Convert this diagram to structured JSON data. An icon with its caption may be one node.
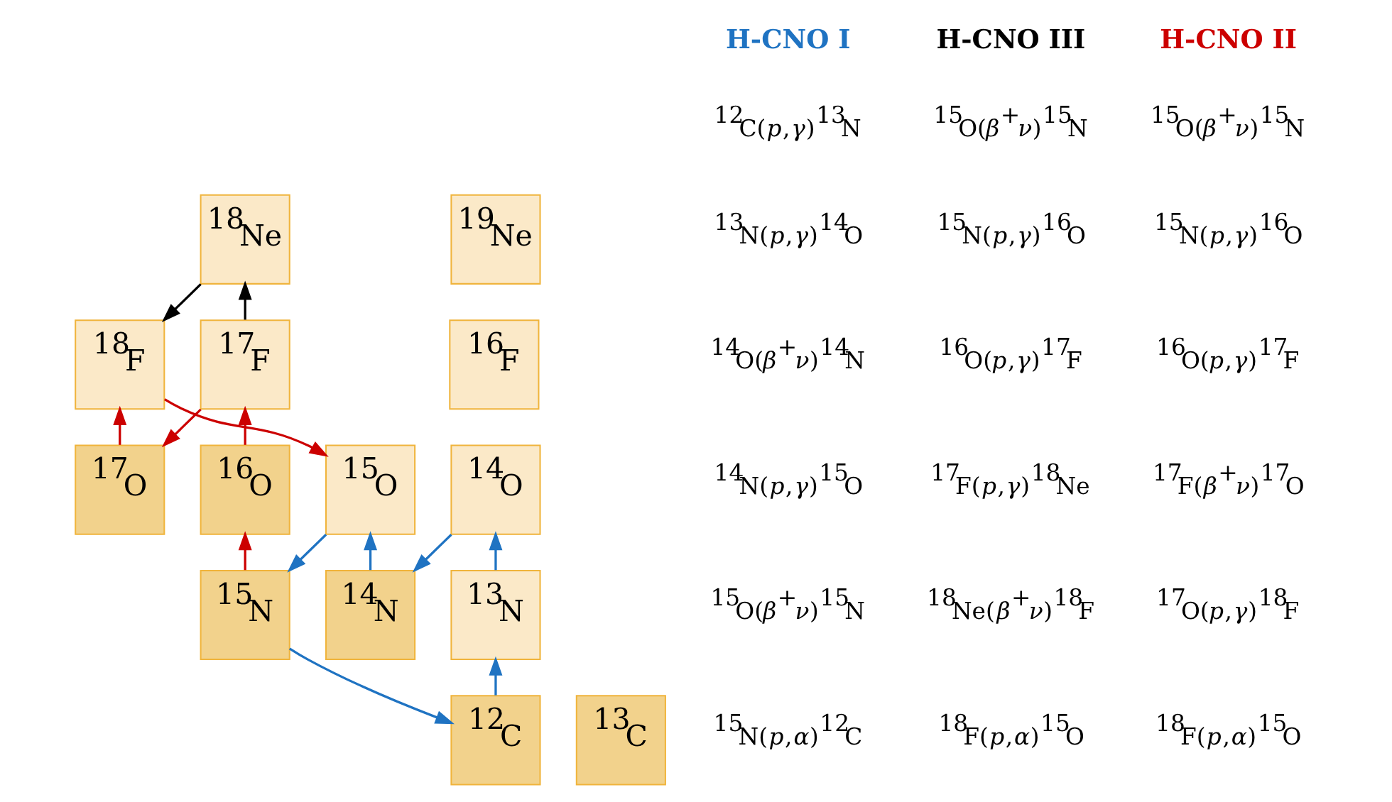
{
  "diagram": {
    "nodes": [
      {
        "text": [
          "$^{18}$Ne"
        ]
      },
      {
        "text": [
          "$^{19}$Ne"
        ]
      },
      {
        "text": [
          "$^{16}$F"
        ]
      },
      {
        "text": [
          "$^{17}$F"
        ]
      },
      {
        "text": [
          "$^{18}$F"
        ]
      },
      {
        "text": [
          "$^{14}$O"
        ]
      },
      {
        "text": [
          "$^{15}$O"
        ]
      },
      {
        "text": [
          "$^{16}$O"
        ]
      },
      {
        "text": [
          "$^{17}$O"
        ]
      },
      {
        "text": [
          "$^{13}$N"
        ]
      },
      {
        "text": [
          "$^{14}$N"
        ]
      },
      {
        "text": [
          "$^{15}$N"
        ]
      },
      {
        "text": [
          "$^{12}$C"
        ]
      },
      {
        "text": [
          "$^{13}$C"
        ]
      }
    ],
    "edges": [
      {
        "from": 12,
        "to": 9,
        "arrow": "to",
        "color": "#1f73c2"
      },
      {
        "from": 9,
        "to": 5,
        "arrow": "to",
        "color": "#1f73c2"
      },
      {
        "from": 5,
        "to": 10,
        "arrow": "to",
        "color": "#1f73c2"
      },
      {
        "from": 10,
        "to": 6,
        "arrow": "to",
        "color": "#1f73c2"
      },
      {
        "from": 6,
        "to": 11,
        "arrow": "to",
        "color": "#1f73c2"
      },
      {
        "from": 11,
        "to": 12,
        "arrow": "to",
        "color": "#1f73c2"
      },
      {
        "from": 11,
        "to": 7,
        "arrow": "to",
        "color": "#cc0000"
      },
      {
        "from": 7,
        "to": 3,
        "arrow": "to",
        "color": "#cc0000"
      },
      {
        "from": 3,
        "to": 8,
        "arrow": "to",
        "color": "#cc0000"
      },
      {
        "from": 8,
        "to": 4,
        "arrow": "to",
        "color": "#cc0000"
      },
      {
        "from": 4,
        "to": 6,
        "arrow": "to",
        "color": "#cc0000"
      },
      {
        "from": 3,
        "to": 0,
        "arrow": "to",
        "color": "#000000"
      },
      {
        "from": 0,
        "to": 4,
        "arrow": "to",
        "color": "#000000"
      }
    ],
    "labels": [
      "H-CNO I",
      "$^{12}$C(*p*,*γ*)$^{13}$N",
      "$^{13}$N(*p*,*γ*)$^{14}$O",
      "$^{14}$O(*β*$^{+}$*ν*)$^{14}$N",
      "$^{14}$N(*p*,*γ*)$^{15}$O",
      "$^{15}$O(*β*$^{+}$*ν*)$^{15}$N",
      "$^{15}$N(*p*,*α*)$^{12}$C",
      "H-CNO III",
      "$^{15}$O(*β*$^{+}$*ν*)$^{15}$N",
      "$^{15}$N(*p*,*γ*)$^{16}$O",
      "$^{16}$O(*p*,*γ*)$^{17}$F",
      "$^{17}$F(*p*,*γ*)$^{18}$Ne",
      "$^{18}$Ne(*β*$^{+}$*ν*)$^{18}$F",
      "$^{18}$F(*p*,*α*)$^{15}$O",
      "H-CNO II",
      "$^{15}$O(*β*$^{+}$*ν*)$^{15}$N",
      "$^{15}$N(*p*,*γ*)$^{16}$O",
      "$^{16}$O(*p*,*γ*)$^{17}$F",
      "$^{17}$F(*β*$^{+}$*ν*)$^{17}$O",
      "$^{17}$O(*p*,*γ*)$^{18}$F",
      "$^{18}$F(*p*,*α*)$^{15}$O"
    ]
  }
}
